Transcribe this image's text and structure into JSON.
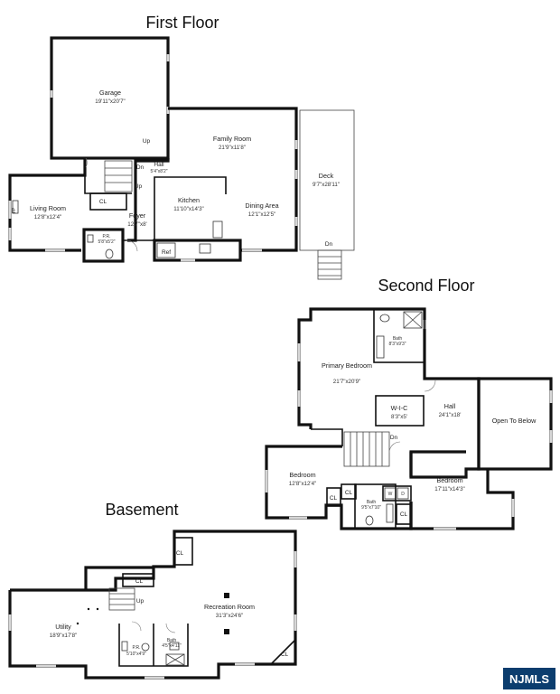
{
  "floors": {
    "first": {
      "title": "First Floor",
      "rooms": {
        "garage": {
          "name": "Garage",
          "dim": "19'11\"x20'7\""
        },
        "family": {
          "name": "Family Room",
          "dim": "21'9\"x11'8\""
        },
        "deck": {
          "name": "Deck",
          "dim": "9'7\"x28'11\""
        },
        "hall": {
          "name": "Hall",
          "dim": "5'4\"x8'2\""
        },
        "living": {
          "name": "Living Room",
          "dim": "12'8\"x12'4\""
        },
        "kitchen": {
          "name": "Kitchen",
          "dim": "11'10\"x14'3\""
        },
        "dining": {
          "name": "Dining Area",
          "dim": "12'1\"x12'5\""
        },
        "foyer": {
          "name": "Foyer",
          "dim": "12'7\"x8'"
        },
        "powder": {
          "name": "P.R.",
          "dim": "5'8\"x5'2\""
        }
      },
      "labels": {
        "up1": "Up",
        "dn1": "Dn",
        "up2": "Up",
        "cl": "CL",
        "ref": "Ref",
        "deck_dn": "Dn",
        "fp": "FP"
      }
    },
    "second": {
      "title": "Second Floor",
      "rooms": {
        "bath_top": {
          "name": "Bath",
          "dim": "8'3\"x9'3\""
        },
        "primary": {
          "name": "Primary Bedroom",
          "dim": "21'7\"x20'9\""
        },
        "wic": {
          "name": "W-I-C",
          "dim": "8'3\"x5'"
        },
        "hall": {
          "name": "Hall",
          "dim": "24'1\"x18'"
        },
        "open": {
          "name": "Open To Below"
        },
        "bed_left": {
          "name": "Bedroom",
          "dim": "12'8\"x12'4\""
        },
        "bed_right": {
          "name": "Bedroom",
          "dim": "17'11\"x14'3\""
        },
        "bath_mid": {
          "name": "Bath",
          "dim": "9'5\"x7'10\""
        }
      },
      "labels": {
        "dn": "Dn",
        "cl1": "CL",
        "cl2": "CL",
        "cl3": "CL",
        "w": "W",
        "d": "D"
      }
    },
    "basement": {
      "title": "Basement",
      "rooms": {
        "utility": {
          "name": "Utility",
          "dim": "18'9\"x17'8\""
        },
        "rec": {
          "name": "Recreation Room",
          "dim": "31'3\"x24'6\""
        },
        "pr": {
          "name": "P.R.",
          "dim": "5'10\"x4'9\""
        },
        "bath": {
          "name": "Bath",
          "dim": "4'5\"x4'11\""
        }
      },
      "labels": {
        "cl1": "CL",
        "cl2": "CL",
        "cl3": "CL",
        "up": "Up"
      }
    }
  },
  "brand": {
    "logo_text": "NJMLS",
    "color": "#0b3d6e"
  }
}
